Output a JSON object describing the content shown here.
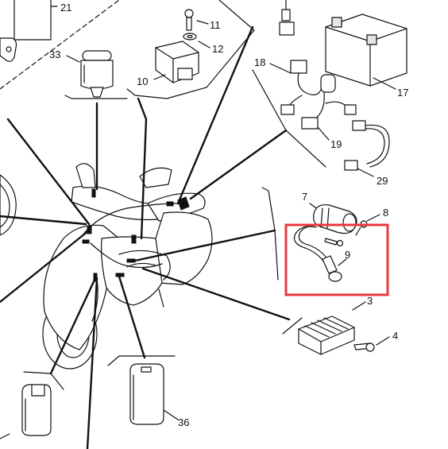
{
  "diagram": {
    "part_numbers": {
      "p21": "21",
      "p33": "33",
      "p11": "11",
      "p12": "12",
      "p10": "10",
      "p18": "18",
      "p17": "17",
      "p19": "19",
      "p29": "29",
      "p7": "7",
      "p8": "8",
      "p9": "9",
      "p3": "3",
      "p4": "4",
      "p36": "36"
    },
    "highlight": {
      "color": "#e8383d",
      "target": "ignition-coil-group"
    }
  }
}
